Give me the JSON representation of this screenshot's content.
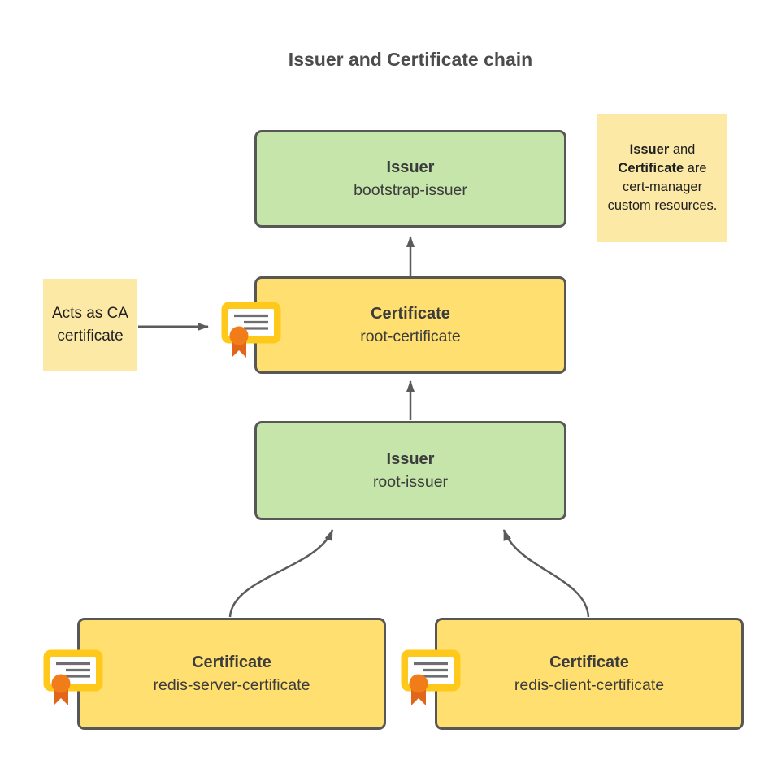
{
  "title": "Issuer and Certificate chain",
  "nodes": {
    "bootstrap_issuer": {
      "type": "Issuer",
      "name": "bootstrap-issuer"
    },
    "root_certificate": {
      "type": "Certificate",
      "name": "root-certificate"
    },
    "root_issuer": {
      "type": "Issuer",
      "name": "root-issuer"
    },
    "redis_server_certificate": {
      "type": "Certificate",
      "name": "redis-server-certificate"
    },
    "redis_client_certificate": {
      "type": "Certificate",
      "name": "redis-client-certificate"
    }
  },
  "notes": {
    "acts_as_ca": "Acts as CA certificate",
    "custom_resources": {
      "issuer_bold": "Issuer",
      "and_text": " and ",
      "certificate_bold": "Certificate",
      "rest_text": " are cert-manager custom resources."
    }
  },
  "colors": {
    "issuer_fill": "#C5E5AA",
    "certificate_fill": "#FFDF70",
    "note_fill": "#FCE9A6",
    "border": "#575757",
    "arrow": "#5B5B5B",
    "icon_gold": "#FFC91C",
    "icon_card": "#FFFFFF",
    "icon_lines": "#6E6E6E",
    "icon_seal": "#F07D1A",
    "icon_ribbon": "#E2661A"
  },
  "icon_names": {
    "certificate": "certificate-icon"
  }
}
